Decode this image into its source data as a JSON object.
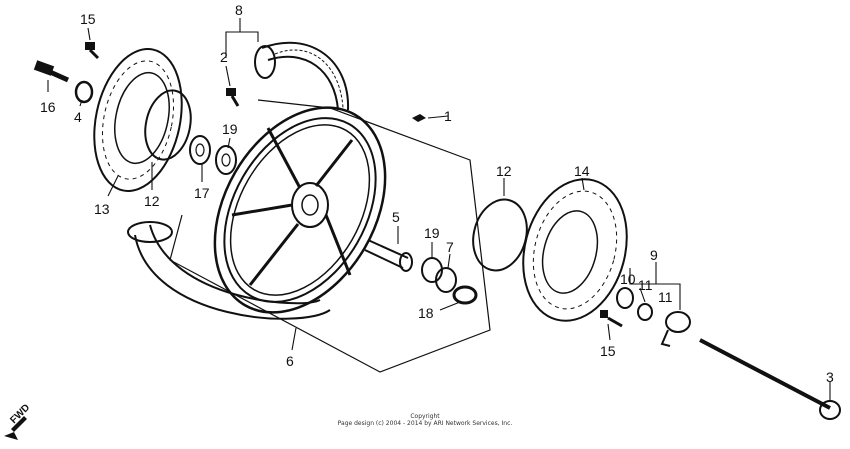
{
  "callouts": [
    {
      "id": "15a",
      "text": "15"
    },
    {
      "id": "16",
      "text": "16"
    },
    {
      "id": "4",
      "text": "4"
    },
    {
      "id": "13",
      "text": "13"
    },
    {
      "id": "12a",
      "text": "12"
    },
    {
      "id": "17",
      "text": "17"
    },
    {
      "id": "19a",
      "text": "19"
    },
    {
      "id": "2",
      "text": "2"
    },
    {
      "id": "8",
      "text": "8"
    },
    {
      "id": "1",
      "text": "1"
    },
    {
      "id": "5",
      "text": "5"
    },
    {
      "id": "19b",
      "text": "19"
    },
    {
      "id": "7",
      "text": "7"
    },
    {
      "id": "18",
      "text": "18"
    },
    {
      "id": "12b",
      "text": "12"
    },
    {
      "id": "14",
      "text": "14"
    },
    {
      "id": "9",
      "text": "9"
    },
    {
      "id": "10",
      "text": "10"
    },
    {
      "id": "11a",
      "text": "11"
    },
    {
      "id": "11b",
      "text": "11"
    },
    {
      "id": "15b",
      "text": "15"
    },
    {
      "id": "6",
      "text": "6"
    },
    {
      "id": "3",
      "text": "3"
    }
  ],
  "direction_marker": "FWD",
  "copyright_title": "Copyright",
  "copyright_line": "Page design (c) 2004 - 2014 by ARI Network Services, Inc.",
  "colors": {
    "ink": "#111111",
    "background": "#ffffff"
  }
}
